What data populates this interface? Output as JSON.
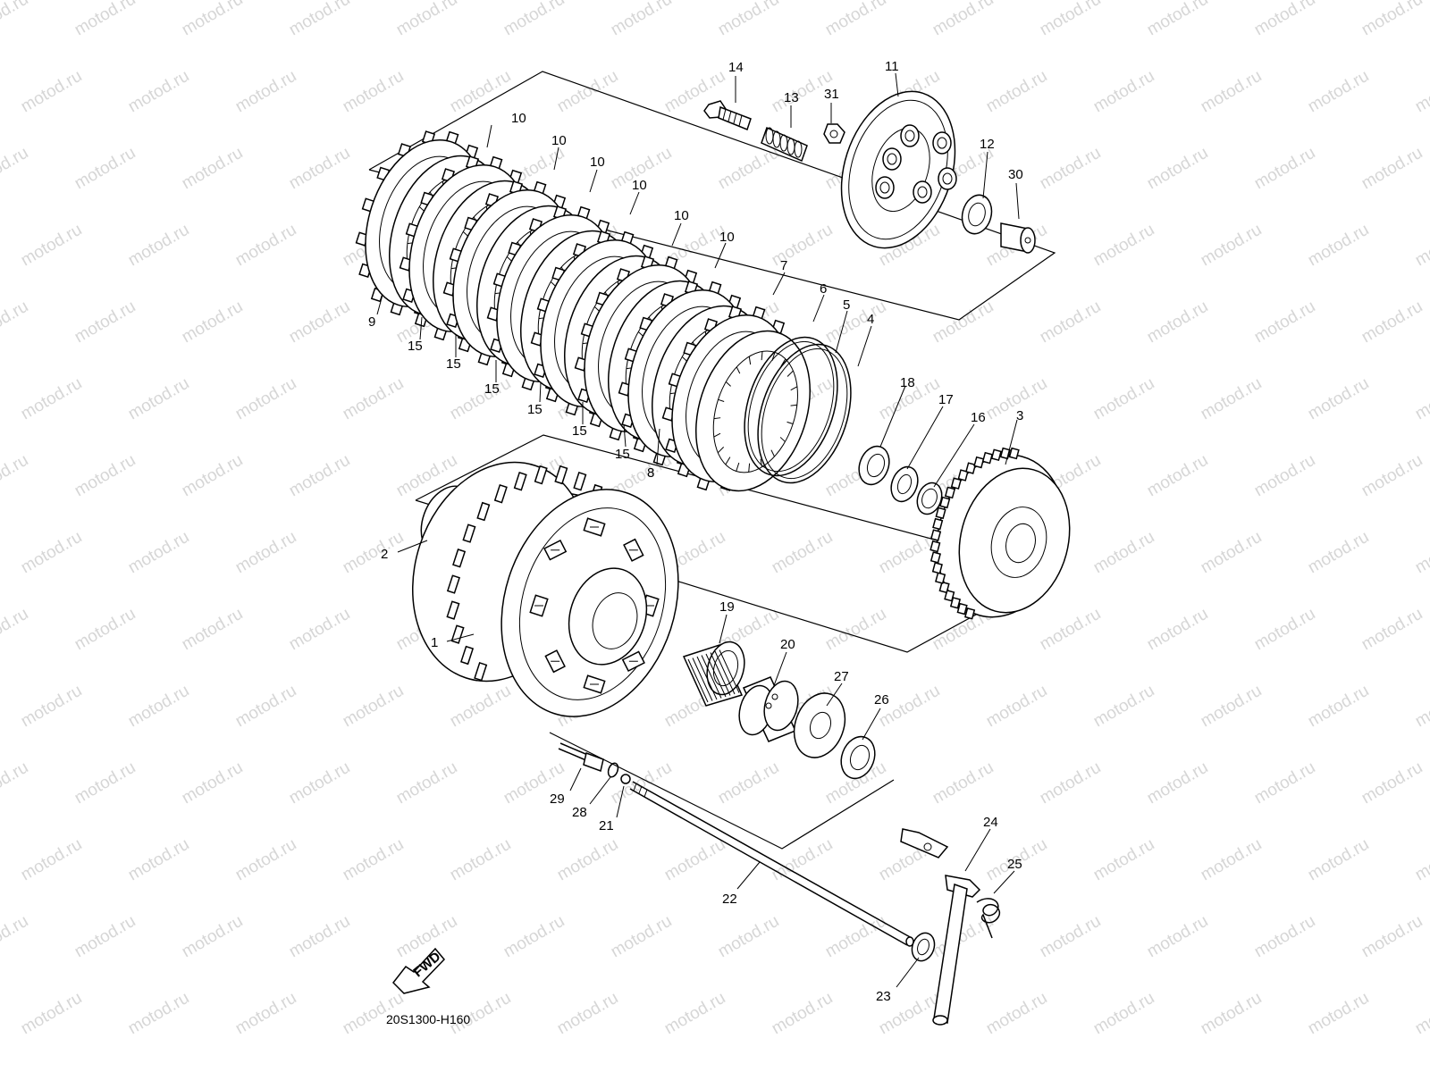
{
  "watermark": {
    "text": "motod.ru"
  },
  "diagram_code": "20S1300-H160",
  "fwd_badge": "FWD",
  "labels": {
    "p1": "1",
    "p2": "2",
    "p3": "3",
    "p4": "4",
    "p5": "5",
    "p6": "6",
    "p7": "7",
    "p8": "8",
    "p9": "9",
    "p10": "10",
    "p11": "11",
    "p12": "12",
    "p13": "13",
    "p14": "14",
    "p15": "15",
    "p16": "16",
    "p17": "17",
    "p18": "18",
    "p19": "19",
    "p20": "20",
    "p21": "21",
    "p22": "22",
    "p23": "23",
    "p24": "24",
    "p25": "25",
    "p26": "26",
    "p27": "27",
    "p28": "28",
    "p29": "29",
    "p30": "30",
    "p31": "31"
  }
}
